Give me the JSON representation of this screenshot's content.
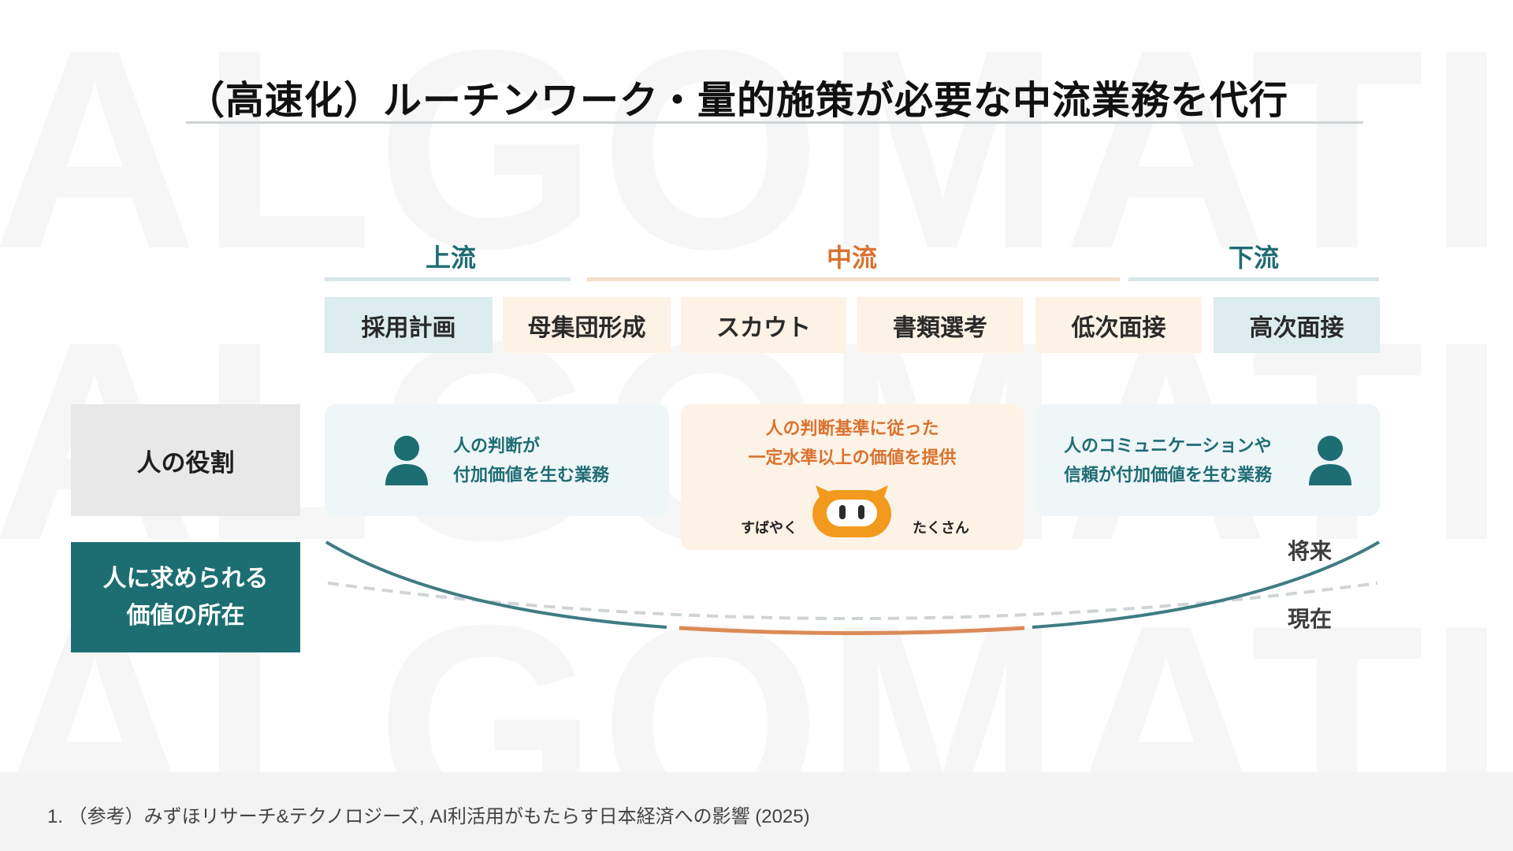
{
  "watermark": [
    "ALGOMATIC",
    "ALGOMATIC",
    "ALGOMATIC"
  ],
  "title": "（高速化）ルーチンワーク・量的施策が必要な中流業務を代行",
  "stages": {
    "upstream": "上流",
    "midstream": "中流",
    "downstream": "下流"
  },
  "processes": [
    "採用計画",
    "母集団形成",
    "スカウト",
    "書類選考",
    "低次面接",
    "高次面接"
  ],
  "row_labels": {
    "human_role": "人の役割",
    "value_location": [
      "人に求められる",
      "価値の所在"
    ]
  },
  "cards": {
    "left": [
      "人の判断が",
      "付加価値を生む業務"
    ],
    "center": [
      "人の判断基準に従った",
      "一定水準以上の価値を提供"
    ],
    "center_left_tag": "すばやく",
    "center_right_tag": "たくさん",
    "right": [
      "人のコミュニケーションや",
      "信頼が付加価値を生む業務"
    ]
  },
  "icons": {
    "person_left": "person-icon",
    "person_right": "person-icon",
    "mascot": "mascot-icon"
  },
  "curve_labels": {
    "future": "将来",
    "current": "現在"
  },
  "colors": {
    "teal": "#1c6e73",
    "teal_text": "#1f6c73",
    "orange": "#d9722f",
    "orange_curve": "#dc8b57",
    "dashed": "#cfd4d6"
  },
  "footnote": "1. （参考）みずほリサーチ&テクノロジーズ, AI利活用がもたらす日本経済への影響 (2025)"
}
